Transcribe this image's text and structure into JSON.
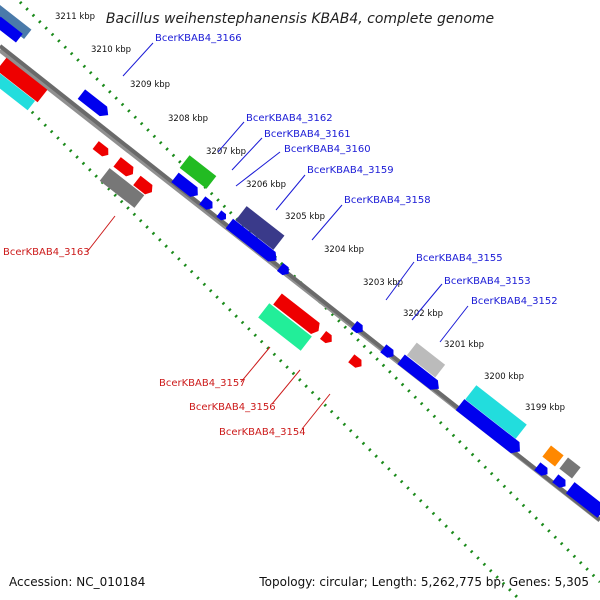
{
  "title": "Bacillus weihenstephanensis KBAB4, complete genome",
  "accession": "Accession: NC_010184",
  "topology_info": "Topology: circular; Length: 5,262,775 bp; Genes: 5,305",
  "kbp_ticks": [
    "3211 kbp",
    "3210 kbp",
    "3209 kbp",
    "3208 kbp",
    "3207 kbp",
    "3206 kbp",
    "3205 kbp",
    "3204 kbp",
    "3203 kbp",
    "3202 kbp",
    "3201 kbp",
    "3200 kbp",
    "3199 kbp"
  ],
  "gene_labels": {
    "g3166": "BcerKBAB4_3166",
    "g3162": "BcerKBAB4_3162",
    "g3161": "BcerKBAB4_3161",
    "g3160": "BcerKBAB4_3160",
    "g3159": "BcerKBAB4_3159",
    "g3158": "BcerKBAB4_3158",
    "g3155": "BcerKBAB4_3155",
    "g3153": "BcerKBAB4_3153",
    "g3152": "BcerKBAB4_3152",
    "g3163": "BcerKBAB4_3163",
    "g3157": "BcerKBAB4_3157",
    "g3156": "BcerKBAB4_3156",
    "g3154": "BcerKBAB4_3154"
  },
  "colors": {
    "forward_label": "#1a1ad6",
    "reverse_label": "#cc1a1a",
    "tick_dots": "#1a8a1a",
    "backbone": "#808080",
    "gene_blue": "#0000ee",
    "gene_red": "#ee0000",
    "gene_green": "#22bb22",
    "gene_cyan": "#22dddd",
    "gene_mint": "#22ee99",
    "gene_navy": "#3a3a8a",
    "gene_gray": "#777777",
    "gene_lightgray": "#bbbbbb",
    "gene_orange": "#ff8800",
    "gene_steel": "#4a7aaa"
  }
}
